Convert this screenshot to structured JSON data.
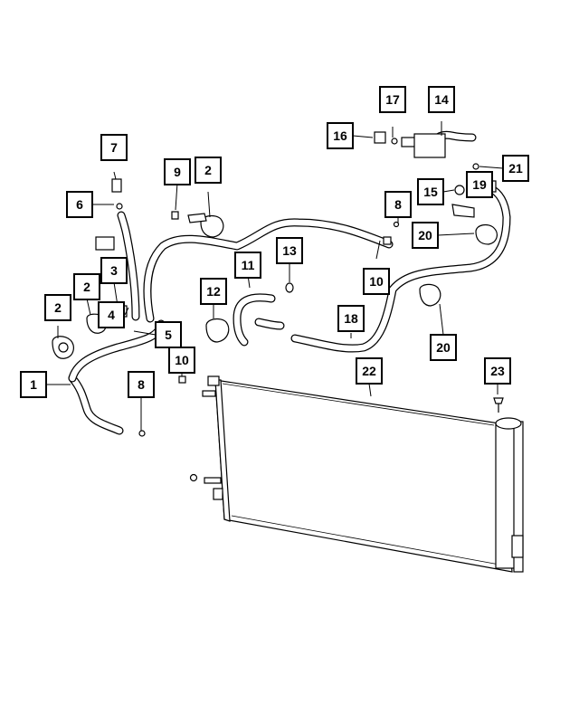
{
  "callouts": [
    {
      "id": "c1",
      "label": "1"
    },
    {
      "id": "c2a",
      "label": "2"
    },
    {
      "id": "c2b",
      "label": "2"
    },
    {
      "id": "c2c",
      "label": "2"
    },
    {
      "id": "c3",
      "label": "3"
    },
    {
      "id": "c4",
      "label": "4"
    },
    {
      "id": "c5",
      "label": "5"
    },
    {
      "id": "c6",
      "label": "6"
    },
    {
      "id": "c7",
      "label": "7"
    },
    {
      "id": "c8a",
      "label": "8"
    },
    {
      "id": "c8b",
      "label": "8"
    },
    {
      "id": "c9",
      "label": "9"
    },
    {
      "id": "c10a",
      "label": "10"
    },
    {
      "id": "c10b",
      "label": "10"
    },
    {
      "id": "c11",
      "label": "11"
    },
    {
      "id": "c12",
      "label": "12"
    },
    {
      "id": "c13",
      "label": "13"
    },
    {
      "id": "c14",
      "label": "14"
    },
    {
      "id": "c15",
      "label": "15"
    },
    {
      "id": "c16",
      "label": "16"
    },
    {
      "id": "c17",
      "label": "17"
    },
    {
      "id": "c18",
      "label": "18"
    },
    {
      "id": "c19",
      "label": "19"
    },
    {
      "id": "c20a",
      "label": "20"
    },
    {
      "id": "c20b",
      "label": "20"
    },
    {
      "id": "c21",
      "label": "21"
    },
    {
      "id": "c22",
      "label": "22"
    },
    {
      "id": "c23",
      "label": "23"
    }
  ]
}
